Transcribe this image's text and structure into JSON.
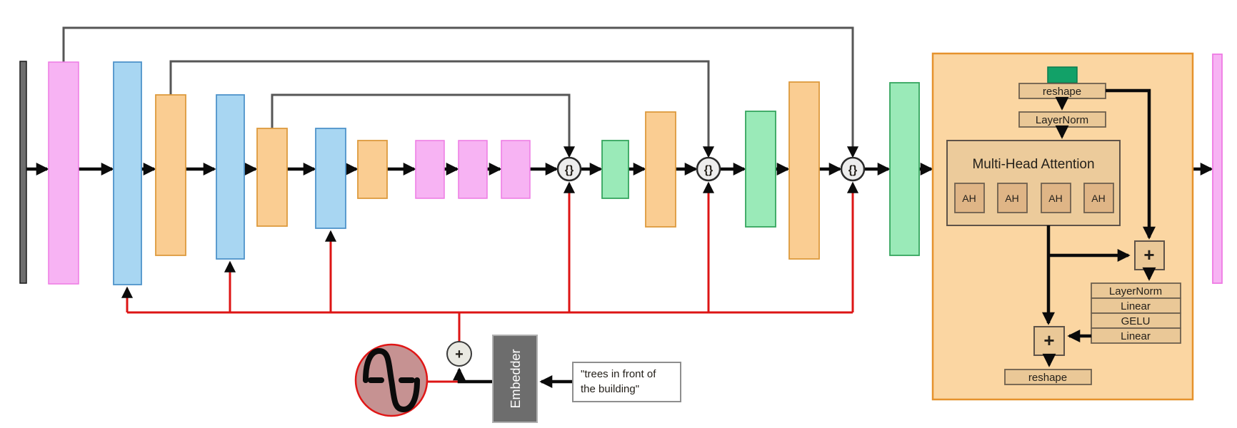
{
  "colors": {
    "bar_pink": "#f7b3f3",
    "bar_pink_border": "#ee7ae4",
    "bar_blue": "#a8d6f2",
    "bar_blue_border": "#4f93ca",
    "bar_orange": "#facd92",
    "bar_orange_border": "#dd9a3e",
    "bar_green": "#9aeab8",
    "bar_green_border": "#35a65e",
    "bar_gray": "#6e6e6e",
    "block_bg": "#fbd6a2",
    "block_border": "#e5922d",
    "box_tan": "#eac897",
    "box_tan_mha": "#eccb9b",
    "box_tan_head": "#dfb586",
    "green_chip": "#12a168",
    "node_gray": "#ededed",
    "plus_circle_bg": "#e9e9e2",
    "sine_fill": "#c69292",
    "sine_border": "#e01616",
    "red_line": "#dd1414",
    "skip_gray": "#565656",
    "embedder_bg": "#6d6d6d",
    "prompt_box_bg": "#ffffff"
  },
  "concat_node_label": "{}",
  "attention": {
    "reshape_in": "reshape",
    "layernorm_in": "LayerNorm",
    "mha_title": "Multi-Head Attention",
    "heads": [
      "AH",
      "AH",
      "AH",
      "AH"
    ],
    "residual_plus": "+",
    "mlp": [
      "LayerNorm",
      "Linear",
      "GELU",
      "Linear"
    ],
    "output_plus": "+",
    "reshape_out": "reshape"
  },
  "conditioning": {
    "plus": "+",
    "embedder": "Embedder",
    "prompt_line1": "\"trees in front of",
    "prompt_line2": "the building\""
  }
}
